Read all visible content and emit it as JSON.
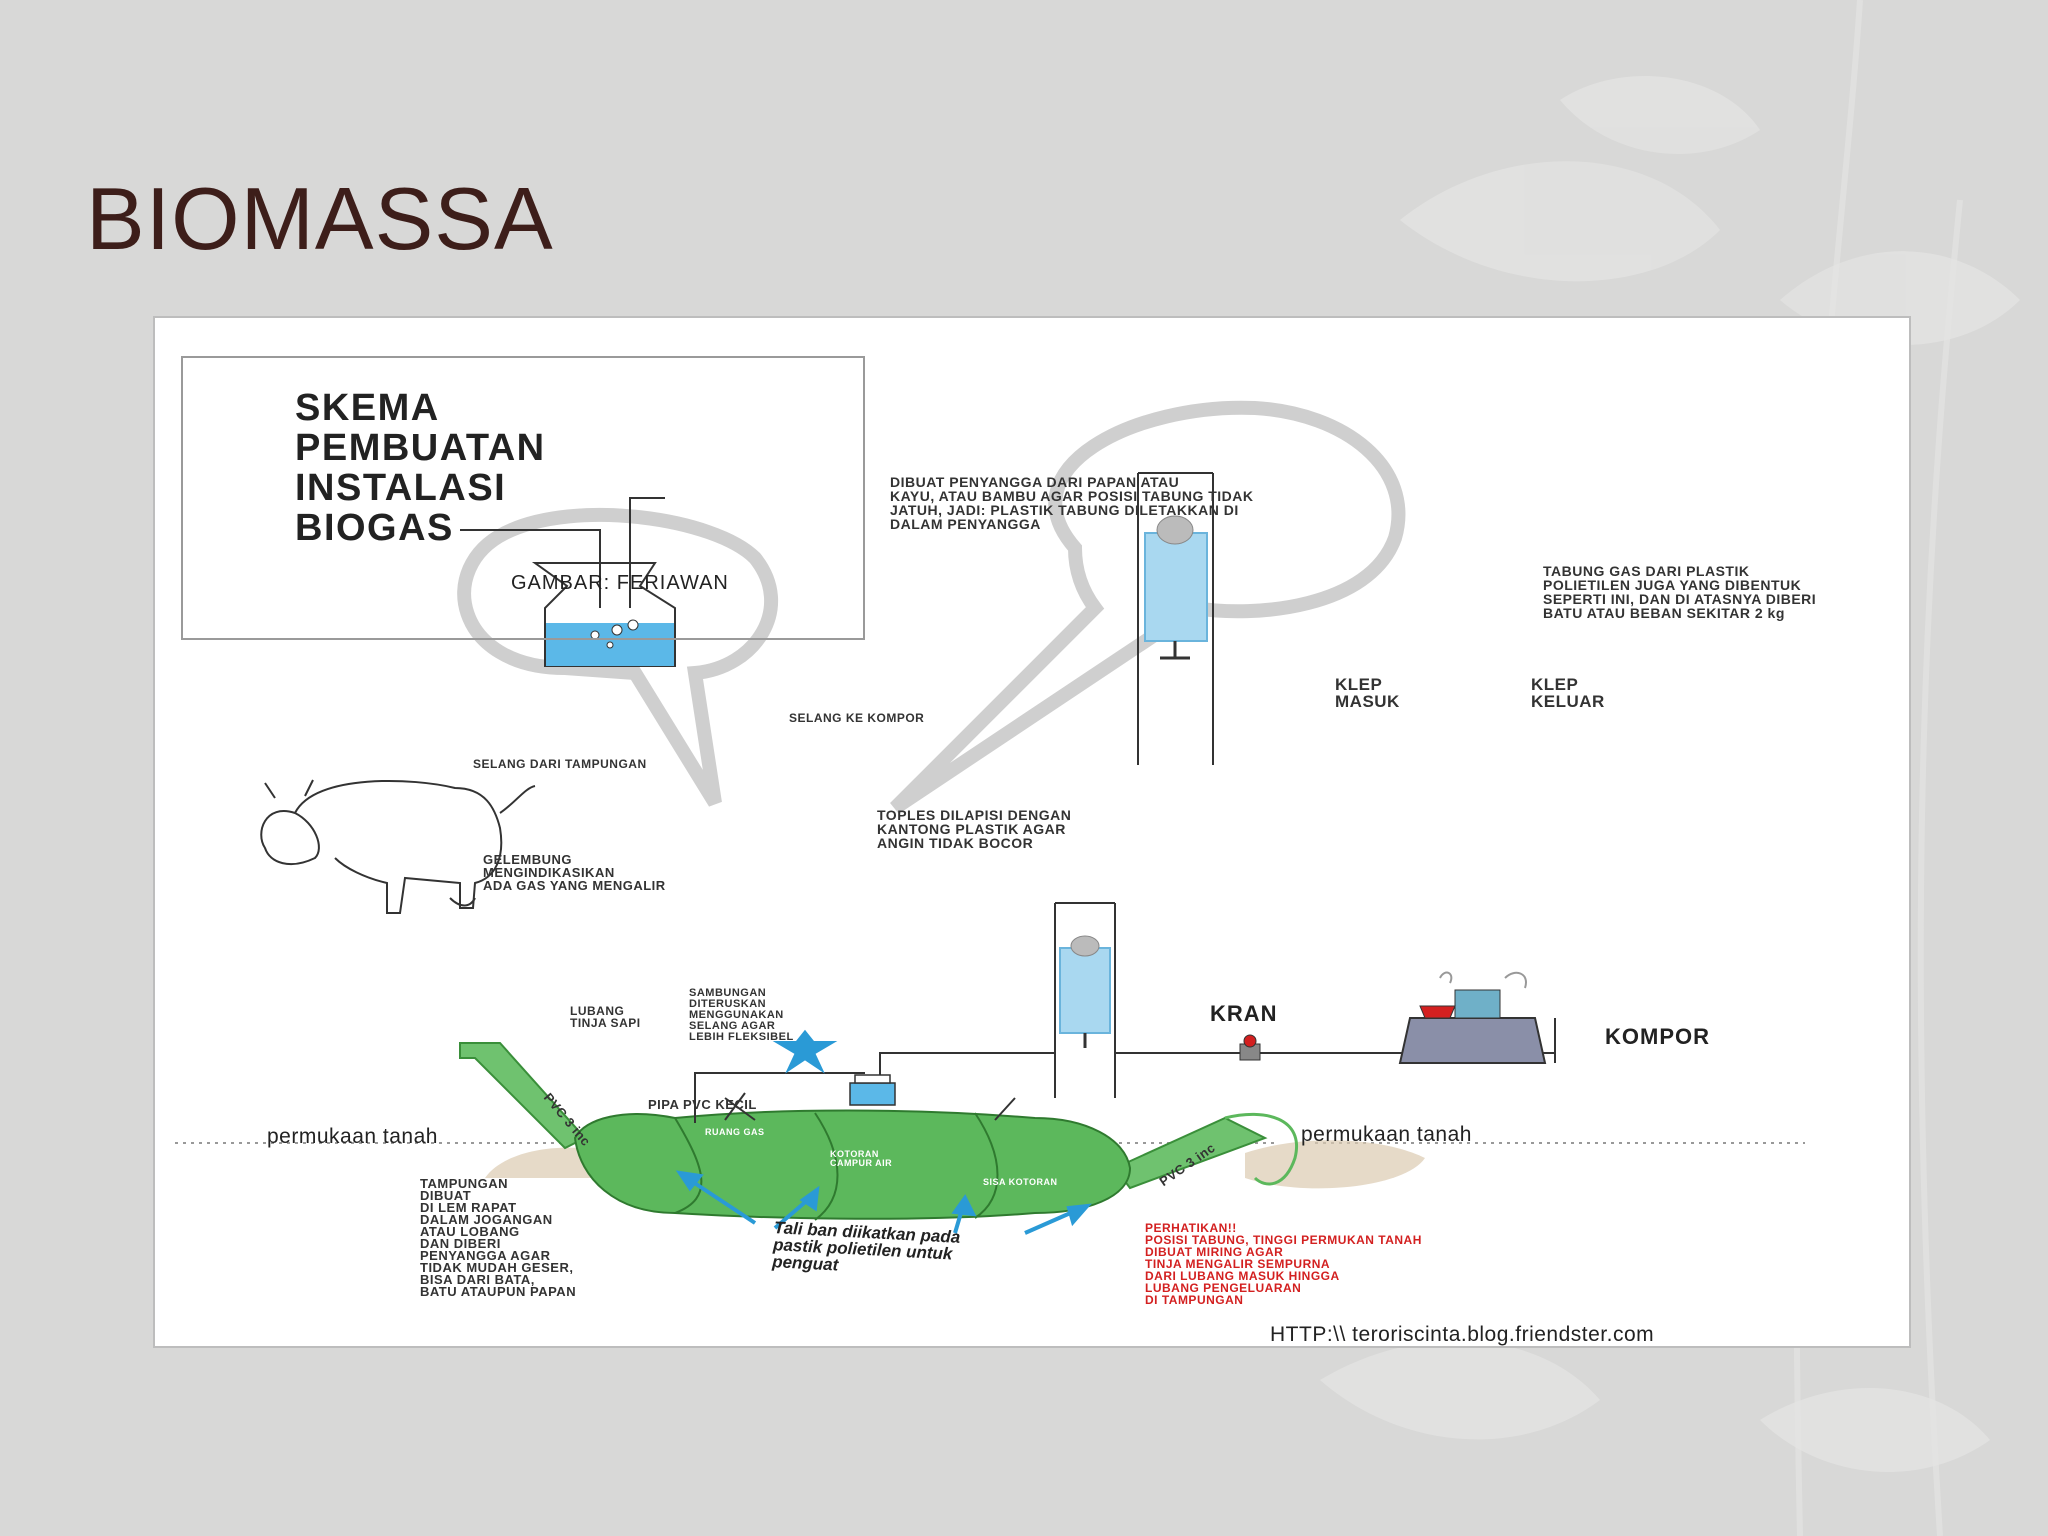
{
  "slide": {
    "title": "BIOMASSA"
  },
  "diagram": {
    "title": "SKEMA\nPEMBUATAN\nINSTALASI\nBIOGAS",
    "credit": "GAMBAR: FERIAWAN",
    "labels": {
      "support_note": "DIBUAT PENYANGGA DARI PAPAN ATAU\nKAYU, ATAU BAMBU AGAR POSISI TABUNG TIDAK\nJATUH, JADI: PLASTIK TABUNG DILETAKKAN DI\nDALAM PENYANGGA",
      "gas_tube_note": "TABUNG GAS DARI PLASTIK\nPOLIETILEN JUGA YANG DIBENTUK\nSEPERTI INI, DAN DI ATASNYA DIBERI\nBATU ATAU BEBAN SEKITAR 2 kg",
      "valve_in": "KLEP\nMASUK",
      "valve_out": "KLEP\nKELUAR",
      "hose_to_stove": "SELANG KE KOMPOR",
      "hose_from_tank": "SELANG DARI TAMPUNGAN",
      "jar_note": "TOPLES DILAPISI DENGAN\nKANTONG PLASTIK AGAR\nANGIN TIDAK BOCOR",
      "bubble_note": "GELEMBUNG\nMENGINDIKASIKAN\nADA GAS YANG MENGALIR",
      "manure_hole": "LUBANG\nTINJA SAPI",
      "connection_note": "SAMBUNGAN\nDITERUSKAN\nMENGGUNAKAN\nSELANG AGAR\nLEBIH FLEKSIBEL",
      "faucet": "KRAN",
      "stove": "KOMPOR",
      "small_pvc": "PIPA PVC KECIL",
      "gas_space": "RUANG GAS",
      "manure_water": "KOTORAN\nCAMPUR AIR",
      "residue": "SISA KOTORAN",
      "pvc_left": "PVC 3 inc",
      "pvc_right": "PVC 3 inc",
      "ground_left": "permukaan tanah",
      "ground_right": "permukaan tanah",
      "tank_note": "TAMPUNGAN\nDIBUAT\nDI LEM RAPAT\nDALAM JOGANGAN\nATAU LOBANG\nDAN DIBERI\nPENYANGGA AGAR\nTIDAK MUDAH GESER,\nBISA DARI BATA,\nBATU ATAUPUN PAPAN",
      "rope_note": "Tali ban diikatkan pada\npastik polietilen untuk\npenguat",
      "attention": "PERHATIKAN!!\nPOSISI TABUNG, TINGGI PERMUKAN TANAH\nDIBUAT MIRING AGAR\nTINJA  MENGALIR SEMPURNA\nDARI LUBANG MASUK HINGGA\nLUBANG PENGELUARAN\nDI TAMPUNGAN",
      "source_url": "HTTP:\\\\ teroriscinta.blog.friendster.com"
    }
  },
  "colors": {
    "title": "#3d1e1a",
    "bag_green": "#5cb85c",
    "water_blue": "#5bb8e8",
    "arrow_blue": "#2a9ad6",
    "attention_red": "#d32020"
  }
}
